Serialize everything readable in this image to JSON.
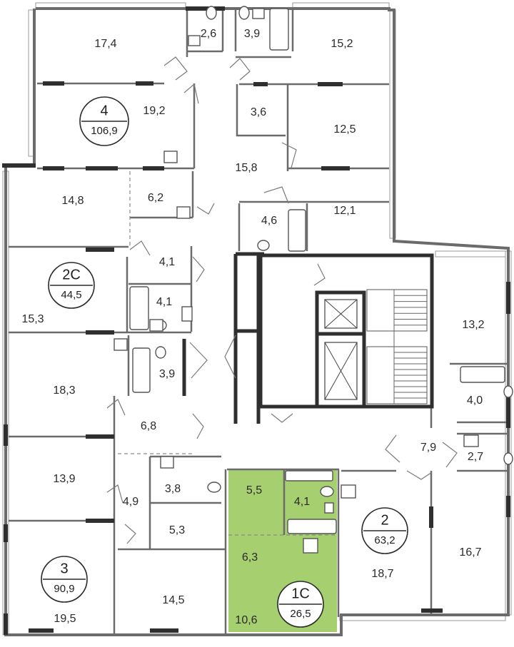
{
  "highlight_color": "#a6cf6f",
  "apartments": [
    {
      "id": "4",
      "total": "106,9",
      "rooms": [
        "17,4",
        "19,2",
        "2,6",
        "3,9",
        "15,2",
        "3,6",
        "12,5",
        "15,8"
      ]
    },
    {
      "id": "2С",
      "total": "44,5",
      "rooms": [
        "14,8",
        "6,2",
        "4,1",
        "4,1",
        "15,3"
      ]
    },
    {
      "id": "3",
      "total": "90,9",
      "rooms": [
        "18,3",
        "3,9",
        "6,8",
        "13,9",
        "4,9",
        "3,8",
        "5,3",
        "19,5",
        "14,5"
      ]
    },
    {
      "id": "1С",
      "total": "26,5",
      "rooms": [
        "5,5",
        "4,1",
        "6,3",
        "10,6"
      ],
      "highlighted": true
    },
    {
      "id": "2",
      "total": "63,2",
      "rooms": [
        "13,2",
        "4,0",
        "7,9",
        "2,7",
        "18,7",
        "16,7"
      ]
    }
  ],
  "other_rooms": [
    "12,1",
    "4,6"
  ],
  "icons": [
    "bathtub-icon",
    "toilet-icon",
    "sink-icon",
    "elevator-icon",
    "stairs-icon",
    "door-swing-icon"
  ]
}
